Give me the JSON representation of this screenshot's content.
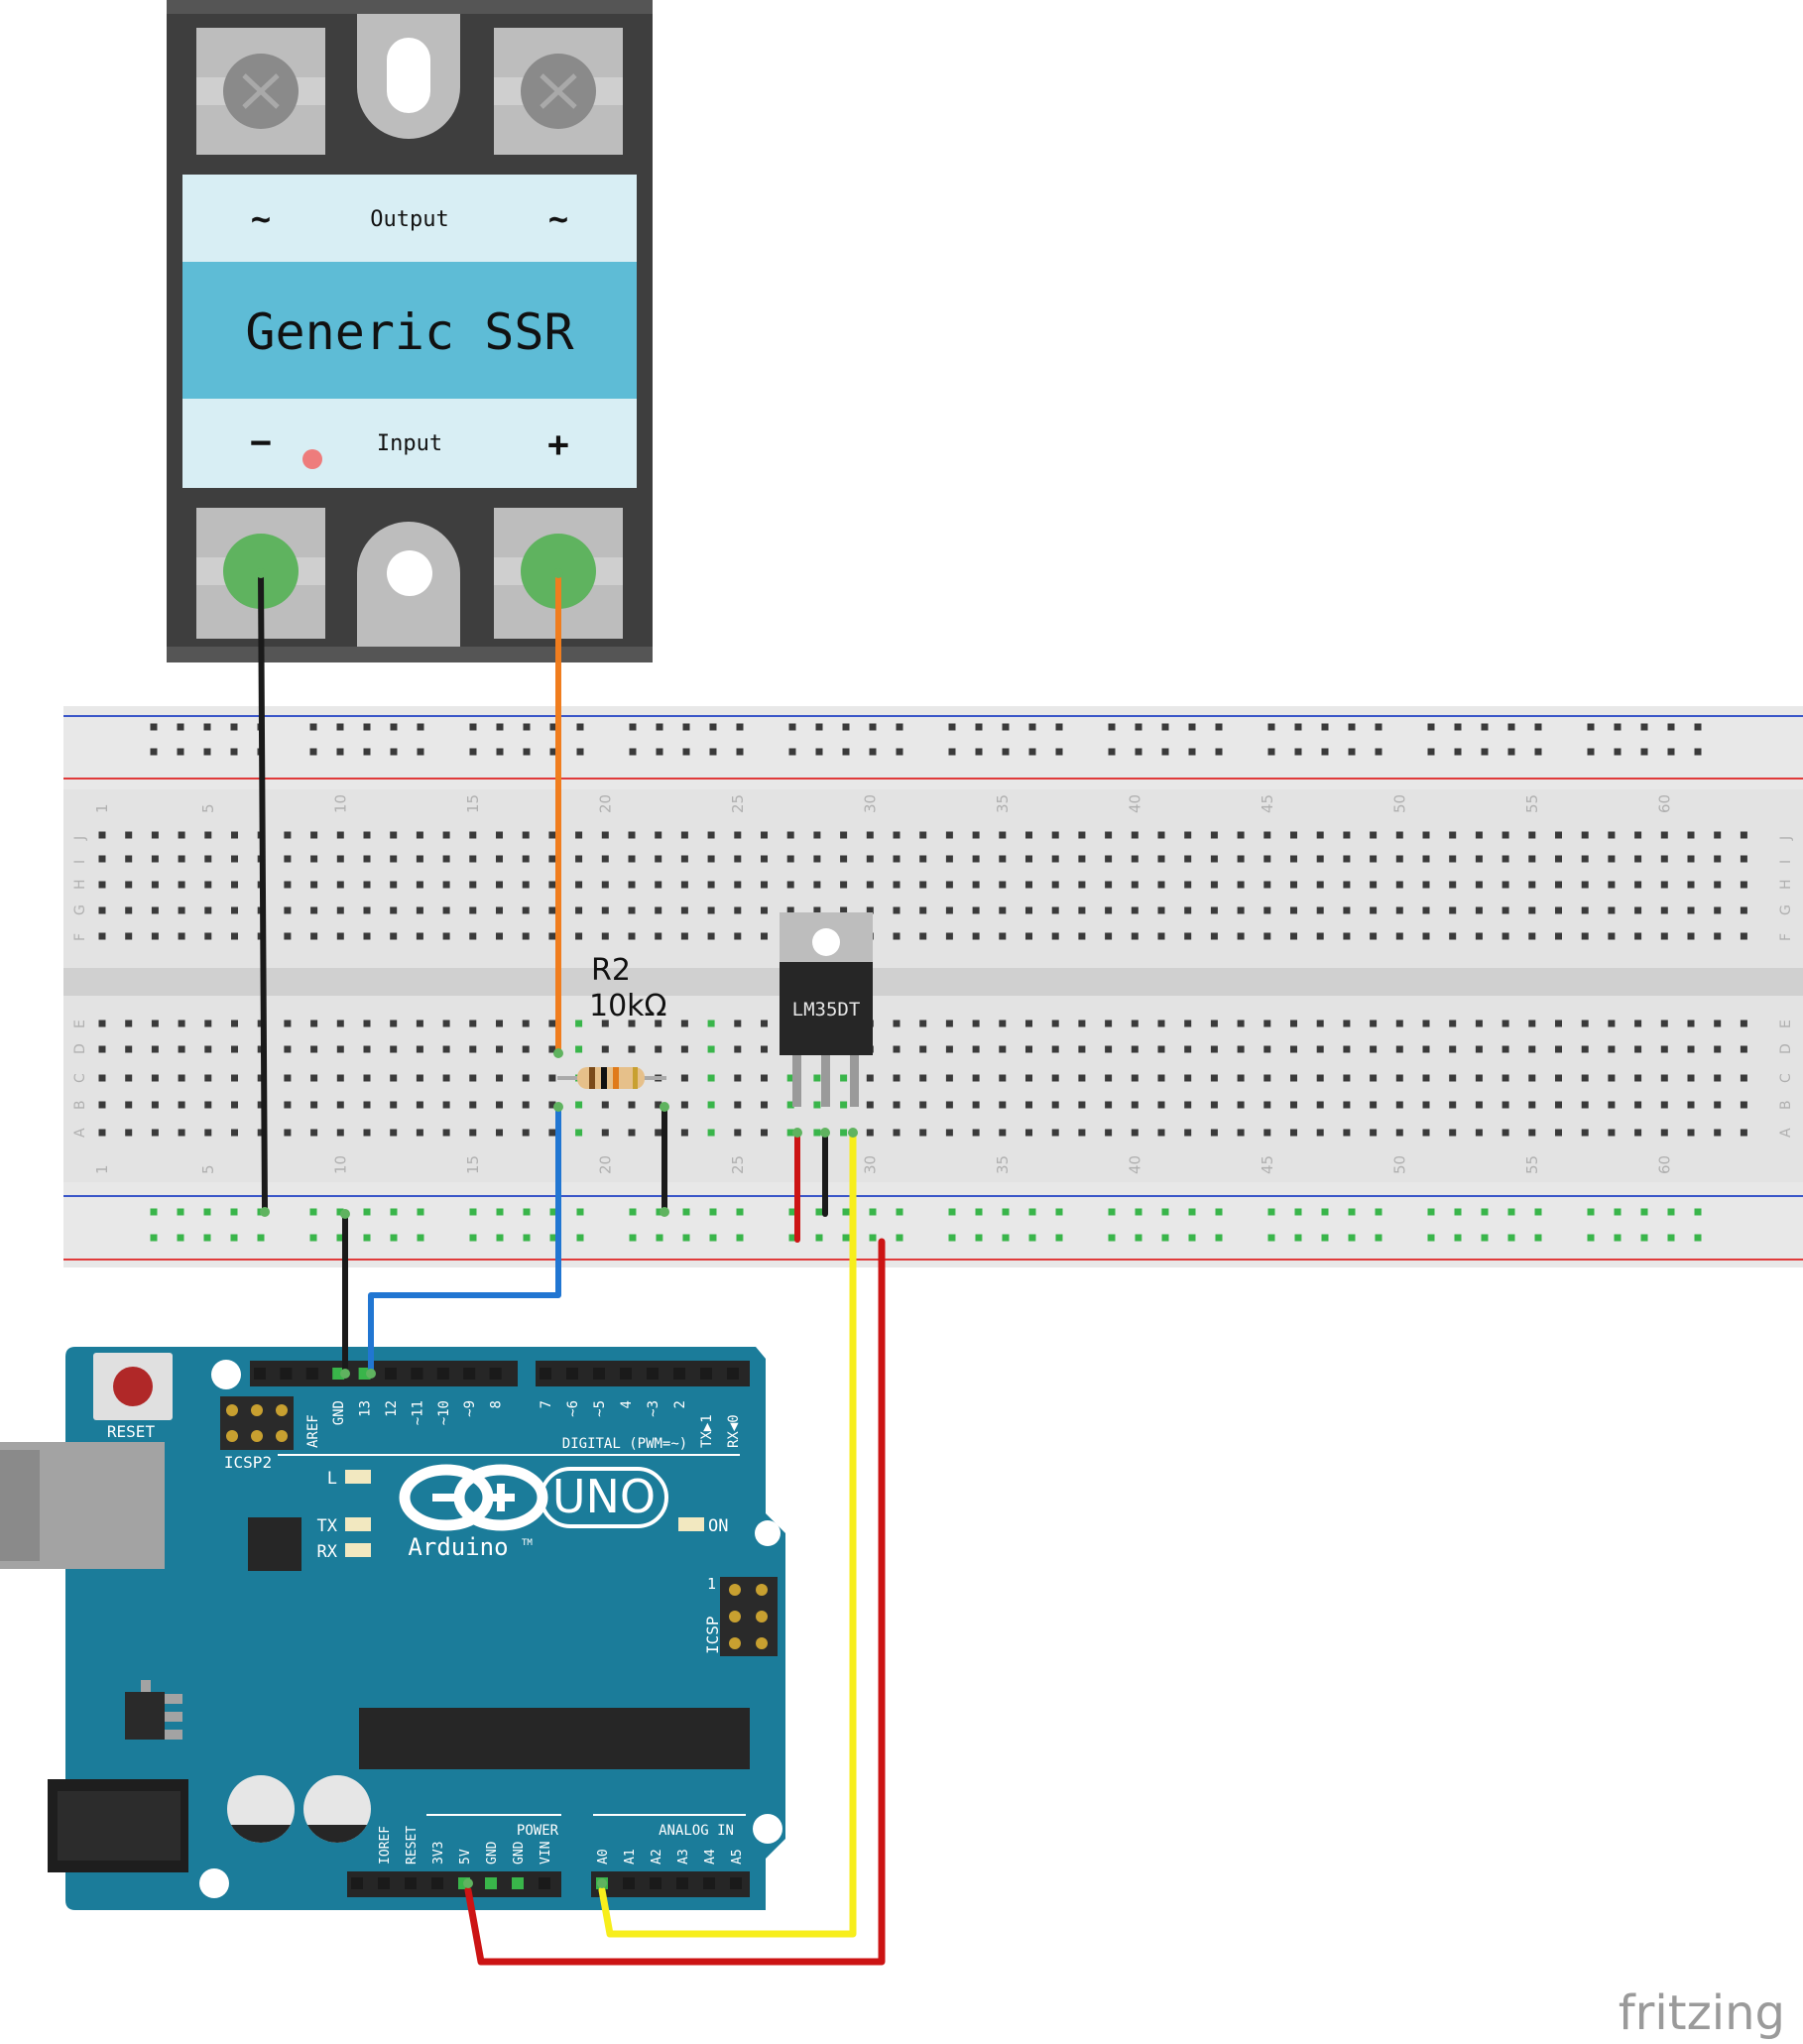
{
  "ssr": {
    "output_label": "Output",
    "input_label": "Input",
    "title": "Generic SSR",
    "ac_symbol": "~",
    "minus_symbol": "−",
    "plus_symbol": "+"
  },
  "breadboard": {
    "col_numbers": [
      "1",
      "5",
      "10",
      "15",
      "20",
      "25",
      "30",
      "35",
      "40",
      "45",
      "50",
      "55",
      "60"
    ],
    "top_rows": [
      "J",
      "I",
      "H",
      "G",
      "F"
    ],
    "bottom_rows": [
      "E",
      "D",
      "C",
      "B",
      "A"
    ]
  },
  "resistor": {
    "ref": "R2",
    "value": "10kΩ"
  },
  "sensor": {
    "label": "LM35DT"
  },
  "arduino": {
    "reset": "RESET",
    "icsp2": "ICSP2",
    "icsp": "ICSP",
    "icsp_pin1": "1",
    "digital_header": [
      "AREF",
      "GND",
      "13",
      "12",
      "~11",
      "~10",
      "~9",
      "8",
      "7",
      "~6",
      "~5",
      "4",
      "~3",
      "2",
      "TX▶1",
      "RX◀0"
    ],
    "digital_label": "DIGITAL (PWM=~)",
    "led_l": "L",
    "led_tx": "TX",
    "led_rx": "RX",
    "led_on": "ON",
    "brand": "Arduino",
    "tm": "TM",
    "model": "UNO",
    "power_label": "POWER",
    "analog_label": "ANALOG IN",
    "power_header": [
      "IOREF",
      "RESET",
      "3V3",
      "5V",
      "GND",
      "GND",
      "VIN"
    ],
    "analog_header": [
      "A0",
      "A1",
      "A2",
      "A3",
      "A4",
      "A5"
    ]
  },
  "watermark": "fritzing",
  "colors": {
    "arduino_board": "#1b7c9a",
    "breadboard": "#e3e3e3",
    "ssr_body": "#3e3e3e",
    "ssr_label_light": "#d8eef4",
    "ssr_label_dark": "#5ebcd6",
    "wire_black": "#1a1a1a",
    "wire_orange": "#f07d1e",
    "wire_blue": "#2176d2",
    "wire_red": "#cc1414",
    "wire_yellow": "#f7ee1c",
    "rail_red": "#e03a3a",
    "rail_blue": "#3a56c8",
    "connected_green": "#39b54a"
  }
}
